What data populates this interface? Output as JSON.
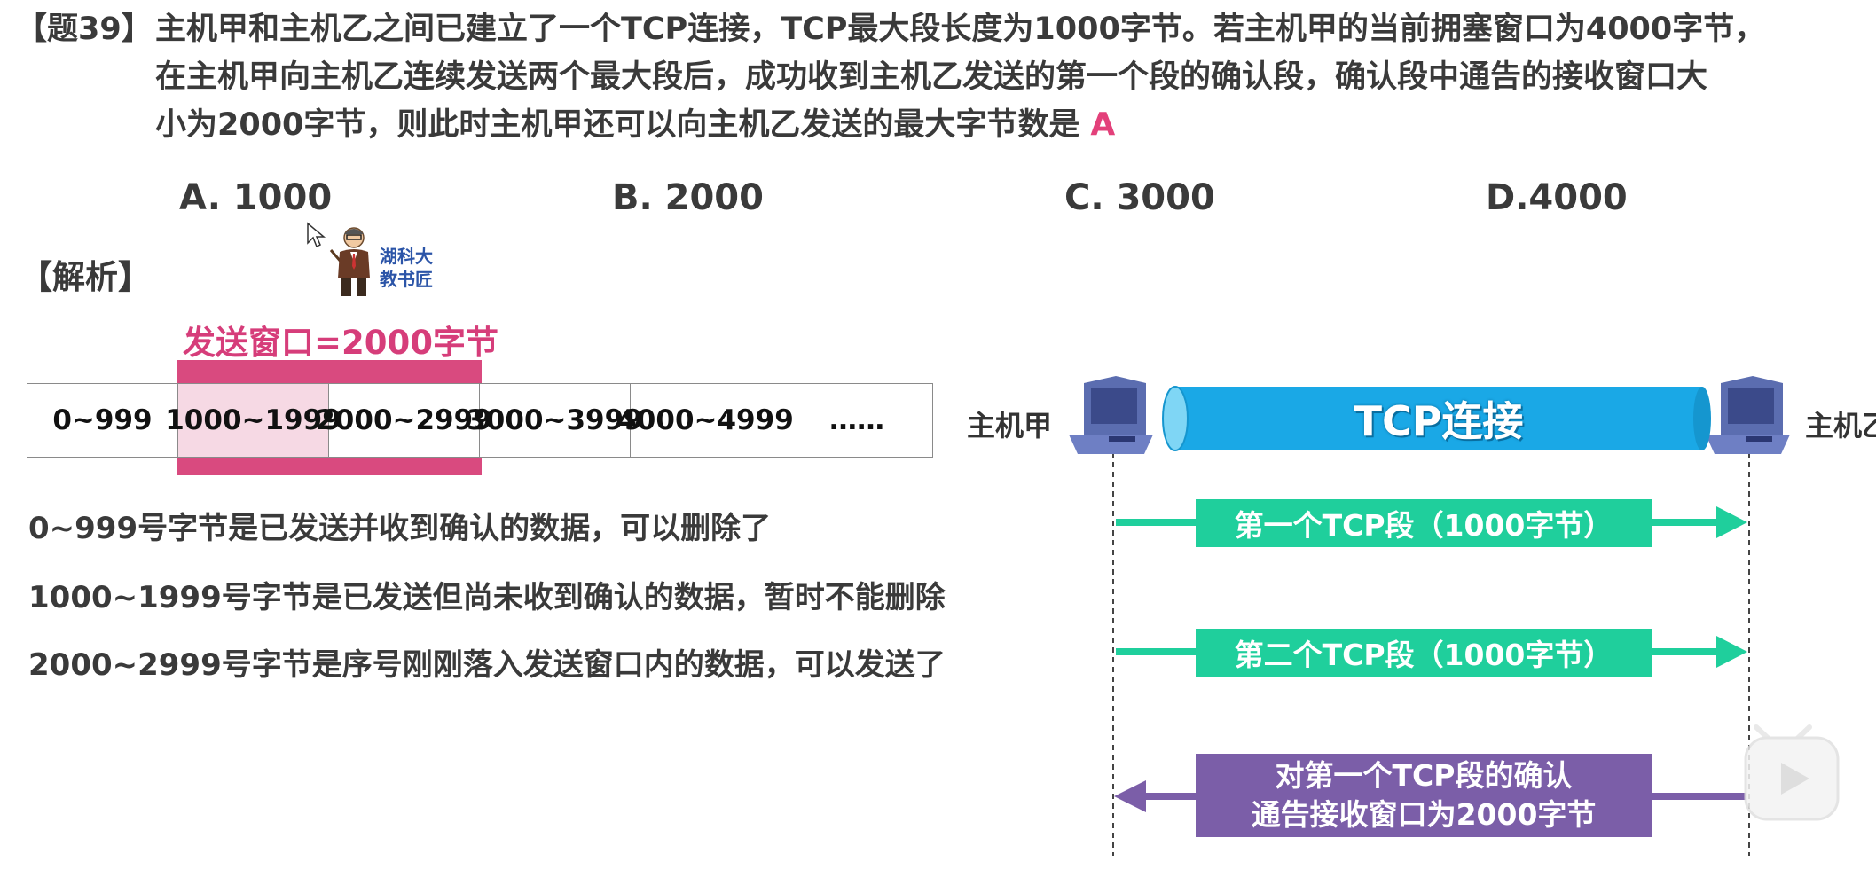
{
  "question": {
    "tag": "【题39】",
    "lines": [
      "主机甲和主机乙之间已建立了一个TCP连接，TCP最大段长度为1000字节。若主机甲的当前拥塞窗口为4000字节，",
      "在主机甲向主机乙连续发送两个最大段后，成功收到主机乙发送的第一个段的确认段，确认段中通告的接收窗口大",
      "小为2000字节，则此时主机甲还可以向主机乙发送的最大字节数是"
    ],
    "answer": "A"
  },
  "options": [
    "A. 1000",
    "B. 2000",
    "C. 3000",
    "D.4000"
  ],
  "analysis_heading": "【解析】",
  "teacher_badge": [
    "湖科大",
    "教书匠"
  ],
  "window": {
    "title": "发送窗口=2000字节",
    "cells": [
      "0~999",
      "1000~1999",
      "2000~2999",
      "3000~3999",
      "4000~4999",
      "……"
    ]
  },
  "explanations": [
    "0~999号字节是已发送并收到确认的数据，可以删除了",
    "1000~1999号字节是已发送但尚未收到确认的数据，暂时不能删除",
    "2000~2999号字节是序号刚刚落入发送窗口内的数据，可以发送了"
  ],
  "diagram": {
    "host_left": "主机甲",
    "host_right": "主机乙",
    "tube_label": "TCP连接",
    "seg1": "第一个TCP段（1000字节）",
    "seg2": "第二个TCP段（1000字节）",
    "ack_line1": "对第一个TCP段的确认",
    "ack_line2": "通告接收窗口为2000字节"
  },
  "colors": {
    "accent_pink": "#d94a7f",
    "teal": "#1fcf9c",
    "purple": "#7b5ea8",
    "tube_blue": "#1aa8e6"
  }
}
